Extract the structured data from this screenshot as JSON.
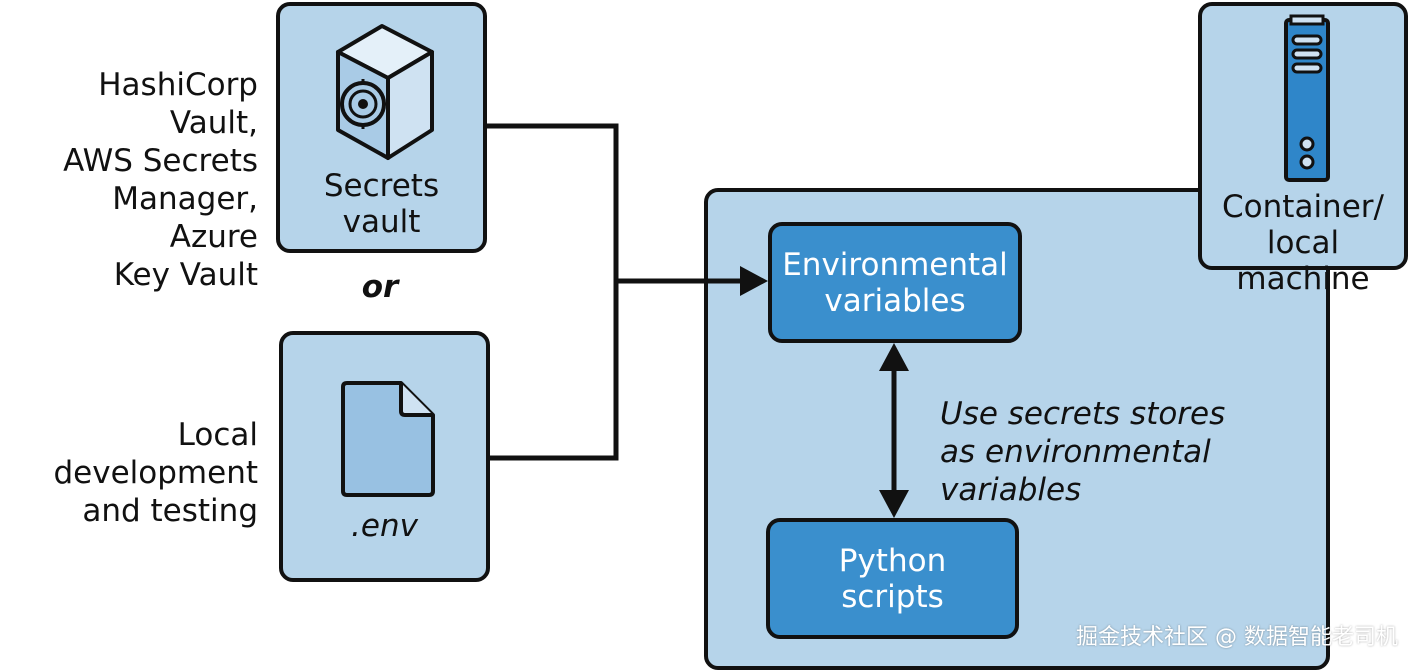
{
  "left_labels": {
    "vault_providers": [
      "HashiCorp Vault,",
      "AWS Secrets",
      "Manager, Azure",
      "Key Vault"
    ],
    "local_dev": [
      "Local development",
      "and testing"
    ]
  },
  "secrets_vault": {
    "label": [
      "Secrets",
      "vault"
    ],
    "icon": "vault-safe-icon"
  },
  "or_text": "or",
  "env_file": {
    "label": ".env",
    "icon": "file-icon"
  },
  "container": {
    "label": [
      "Container/",
      "local machine"
    ],
    "icon": "server-icon"
  },
  "env_vars": {
    "label": [
      "Environmental",
      "variables"
    ]
  },
  "python_scripts": {
    "label": [
      "Python",
      "scripts"
    ]
  },
  "annotation": [
    "Use secrets stores",
    "as environmental variables"
  ],
  "watermark": "掘金技术社区 @ 数据智能老司机",
  "colors": {
    "light_box": "#b6d4ea",
    "dark_box": "#3a8fcd",
    "stroke": "#111111"
  }
}
